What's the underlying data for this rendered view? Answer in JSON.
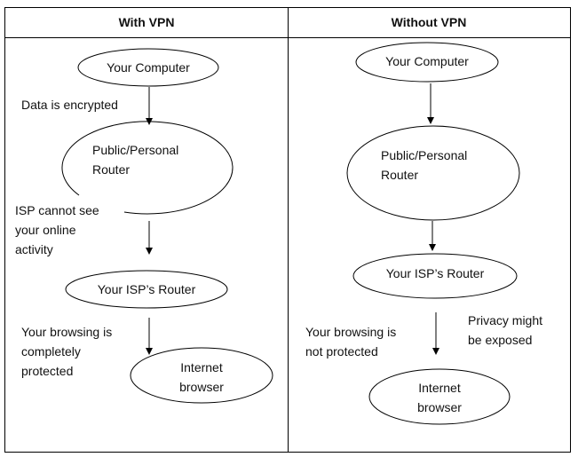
{
  "headers": {
    "left": "With VPN",
    "right": "Without VPN"
  },
  "left": {
    "computer": "Your Computer",
    "encrypted_note": "Data is encrypted",
    "router": "Public/Personal\nRouter",
    "isp_note": "ISP cannot see\nyour online\nactivity",
    "isp_router": "Your ISP’s Router",
    "browsing_note": "Your browsing is\ncompletely\nprotected",
    "browser": "Internet\nbrowser"
  },
  "right": {
    "computer": "Your Computer",
    "router": "Public/Personal\nRouter",
    "isp_router": "Your ISP’s Router",
    "browsing_note": "Your browsing is\nnot protected",
    "privacy_note": "Privacy might\nbe exposed",
    "browser": "Internet\nbrowser"
  }
}
